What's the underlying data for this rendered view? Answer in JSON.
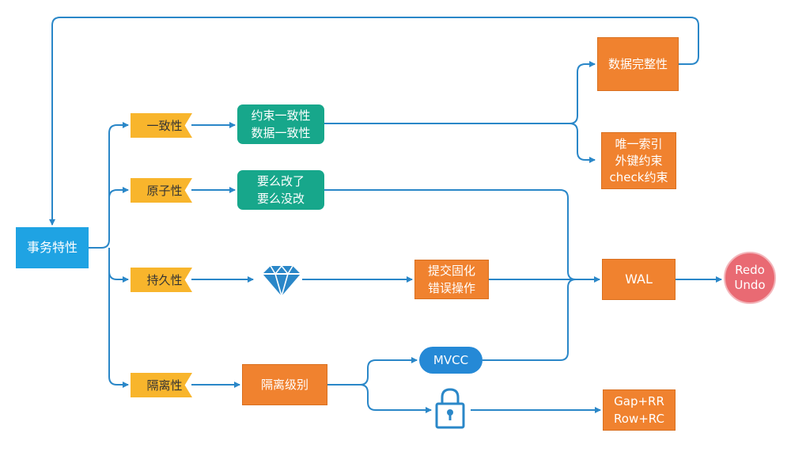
{
  "root": {
    "label": "事务特性"
  },
  "properties": {
    "consistency": "一致性",
    "atomicity": "原子性",
    "durability": "持久性",
    "isolation": "隔离性"
  },
  "consistency_box": {
    "line1": "约束一致性",
    "line2": "数据一致性"
  },
  "integrity_box": {
    "label": "数据完整性"
  },
  "constraints_box": {
    "line1": "唯一索引",
    "line2": "外键约束",
    "line3": "check约束"
  },
  "atomic_box": {
    "line1": "要么改了",
    "line2": "要么没改"
  },
  "durability_box": {
    "line1": "提交固化",
    "line2": "错误操作"
  },
  "wal_box": {
    "label": "WAL"
  },
  "redo_undo": {
    "line1": "Redo",
    "line2": "Undo"
  },
  "isolation_level_box": {
    "label": "隔离级别"
  },
  "mvcc_box": {
    "label": "MVCC"
  },
  "gap_box": {
    "line1": "Gap+RR",
    "line2": "Row+RC"
  },
  "icons": [
    "diamond-icon",
    "lock-icon"
  ],
  "colors": {
    "line": "#2a87c8",
    "root": "#1fa3e3",
    "orange": "#f0822f",
    "teal": "#17a78b",
    "tag": "#f8b52c",
    "circle": "#e96a73",
    "mvcc": "#2589d6"
  }
}
